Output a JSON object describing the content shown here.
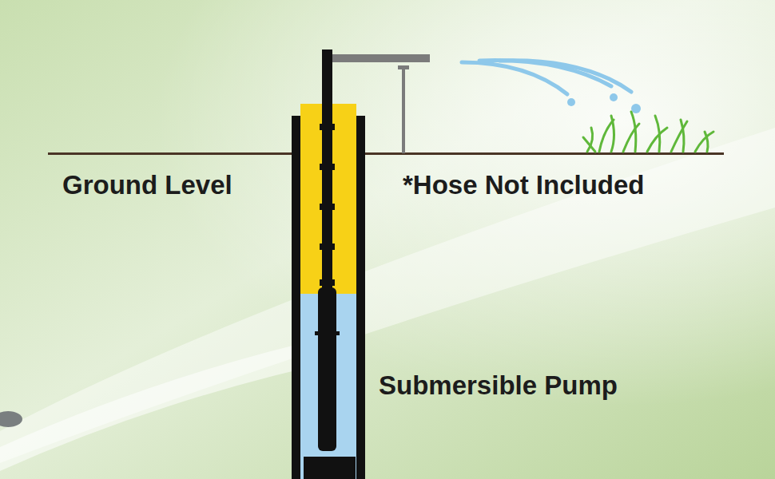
{
  "diagram": {
    "labels": [
      "Ground Level",
      "*Hose Not Included",
      "Submersible Pump"
    ]
  }
}
